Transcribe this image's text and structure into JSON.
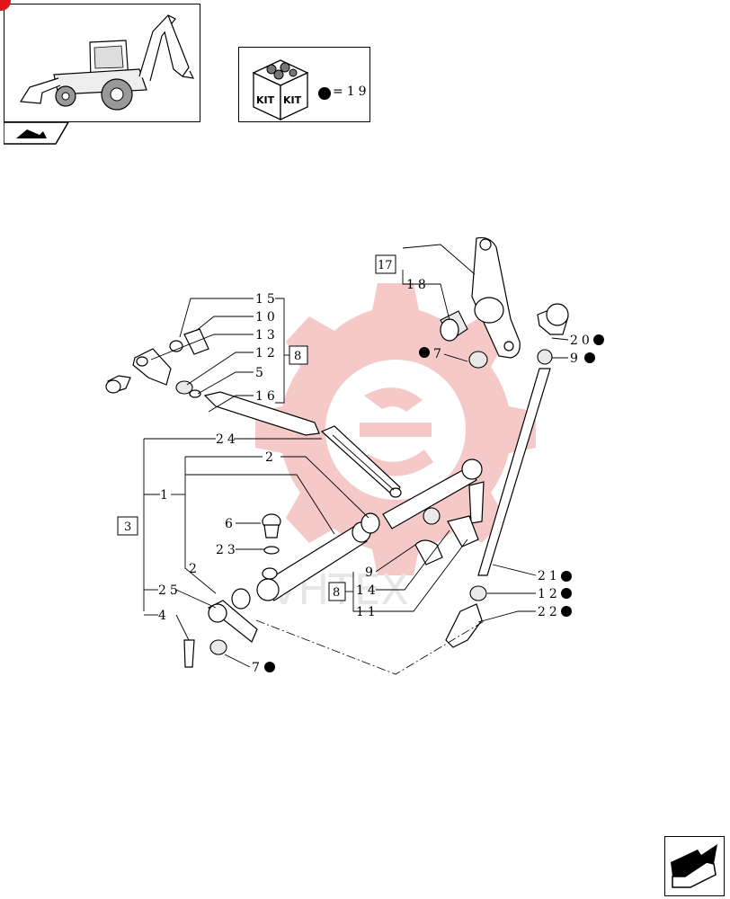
{
  "kit_legend": {
    "kit_word_1": "KIT",
    "kit_word_2": "KIT",
    "equals_text": "=19"
  },
  "watermark": {
    "text": "VHTEX"
  },
  "callouts": {
    "c15": "15",
    "c10": "10",
    "c13": "13",
    "c12a": "12",
    "c5": "5",
    "c16": "16",
    "c8a": "8",
    "c17": "17",
    "c18": "18",
    "c7a": "7",
    "c20": "20",
    "c9a": "9",
    "c24": "24",
    "c2a": "2",
    "c1": "1",
    "c3": "3",
    "c6": "6",
    "c23": "23",
    "c2b": "2",
    "c25": "25",
    "c4": "4",
    "c7b": "7",
    "c9b": "9",
    "c8b": "8",
    "c14": "14",
    "c11": "11",
    "c21": "21",
    "c12b": "12",
    "c22": "22"
  },
  "colors": {
    "watermark": "#f3b7b7",
    "line": "#000000"
  }
}
